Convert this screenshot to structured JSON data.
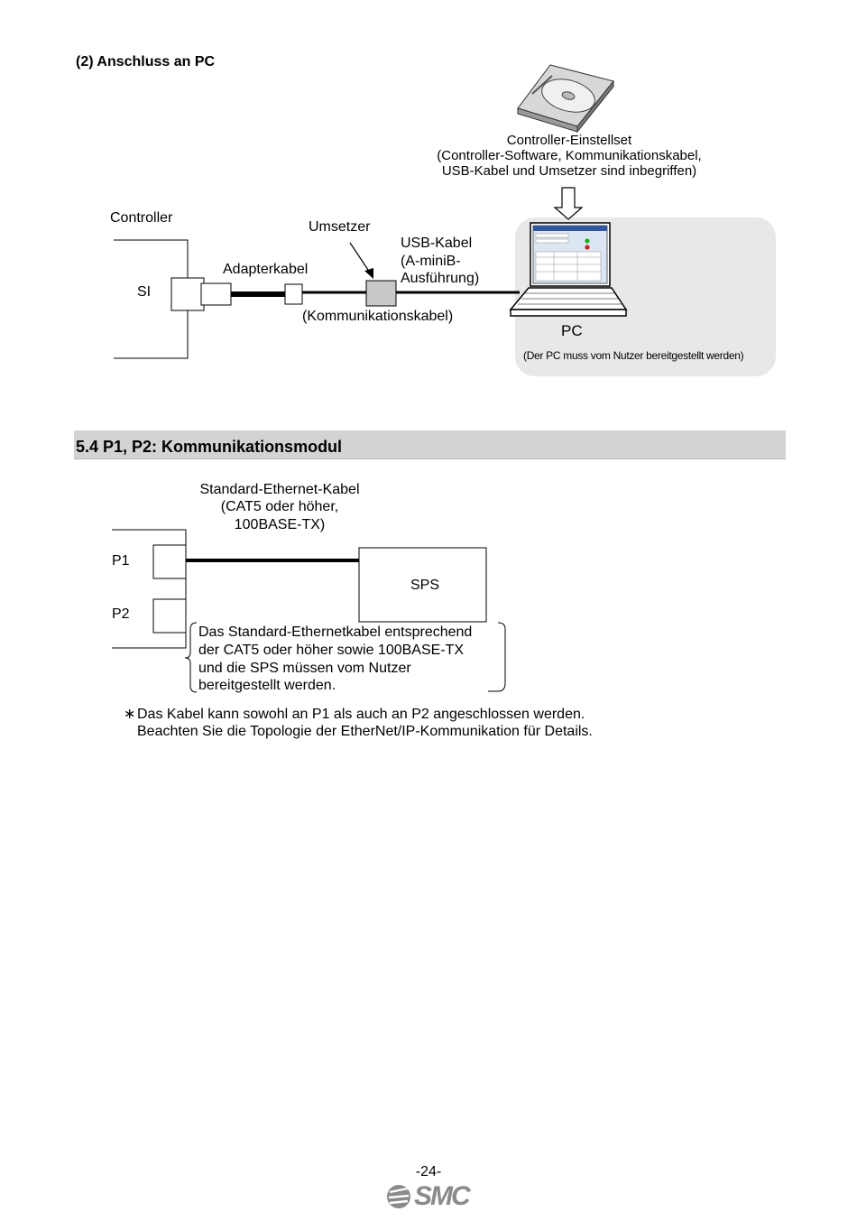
{
  "section_2": {
    "heading": "(2) Anschluss an PC",
    "controller_label": "Controller",
    "si_label": "SI",
    "adapter_cable_label": "Adapterkabel",
    "converter_label": "Umsetzer",
    "usb_cable_lines": [
      "USB-Kabel",
      "(A-miniB-",
      "Ausführung)"
    ],
    "communication_cable_label": "(Kommunikationskabel)",
    "setting_kit_lines": [
      "Controller-Einstellset",
      "(Controller-Software, Kommunikationskabel,",
      "USB-Kabel und Umsetzer sind inbegriffen)"
    ],
    "pc_label": "PC",
    "pc_note": "(Der PC muss vom Nutzer bereitgestellt werden)"
  },
  "section_5_4": {
    "title": "5.4 P1, P2: Kommunikationsmodul",
    "ethernet_cable_lines": [
      "Standard-Ethernet-Kabel",
      "(CAT5 oder höher,",
      "100BASE-TX)"
    ],
    "p1_label": "P1",
    "p2_label": "P2",
    "plc_label": "SPS",
    "callout_lines": [
      "Das Standard-Ethernetkabel entsprechend",
      "der CAT5 oder höher sowie 100BASE-TX",
      "und die SPS müssen vom Nutzer",
      "bereitgestellt werden."
    ],
    "note_marker": "∗",
    "note_lines": [
      "Das Kabel kann sowohl an P1 als auch an P2 angeschlossen werden.",
      "Beachten Sie die Topologie der EtherNet/IP-Kommunikation für Details."
    ]
  },
  "footer": {
    "page_number": "-24-",
    "logo_text": "SMC"
  },
  "colors": {
    "section_bar": "#d3d3d3",
    "pc_area": "#e8e8e8",
    "converter": "#c8c8c8"
  }
}
